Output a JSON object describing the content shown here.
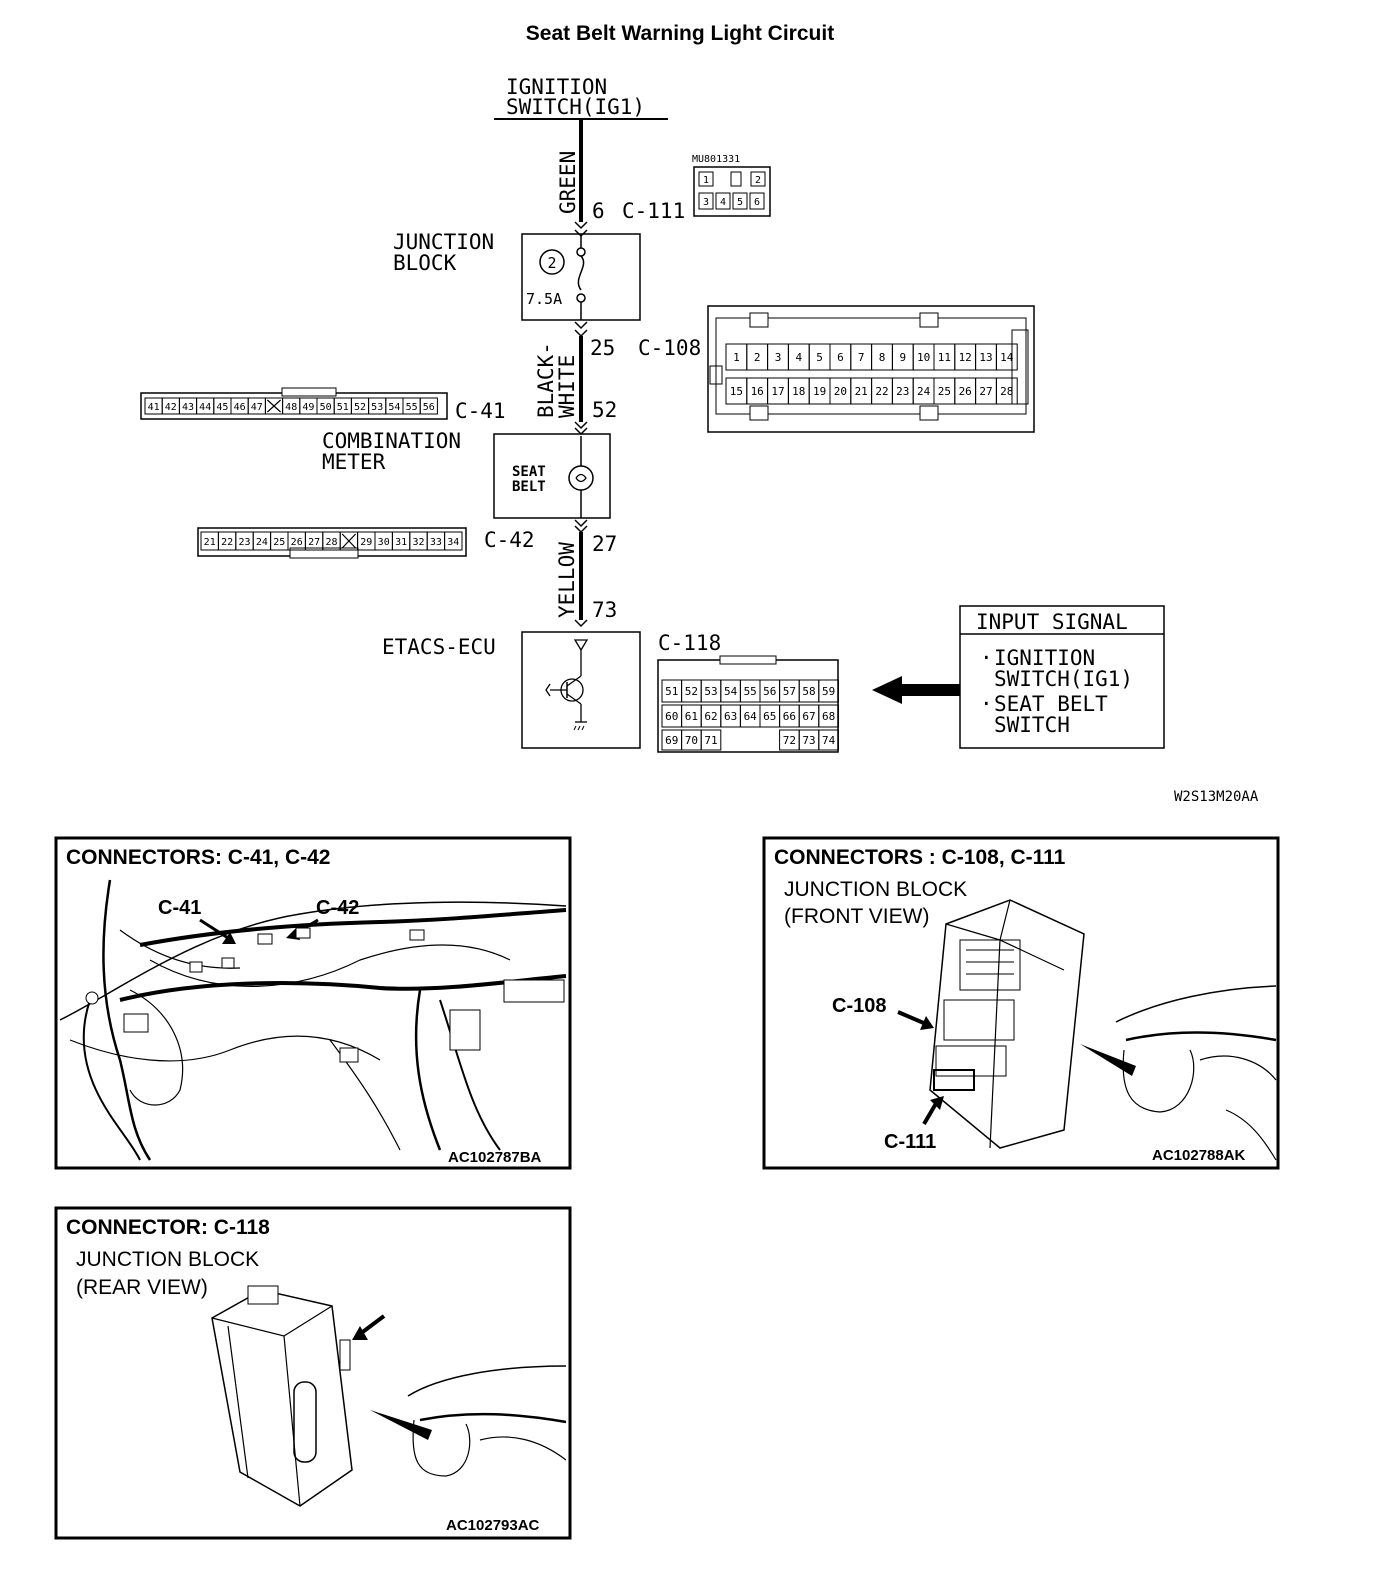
{
  "title": "Seat Belt Warning Light Circuit",
  "circuit": {
    "ignition_line1": "IGNITION",
    "ignition_line2": "SWITCH(IG1)",
    "wire_top": "GREEN",
    "pin_c111": "6",
    "c111": "C-111",
    "junction_line1": "JUNCTION",
    "junction_line2": "BLOCK",
    "fuse_no": "2",
    "fuse_rating": "7.5A",
    "pin_c108": "25",
    "c108": "C-108",
    "wire_mid_1": "BLACK-",
    "wire_mid_2": "WHITE",
    "pin_c41": "52",
    "c41": "C-41",
    "meter_line1": "COMBINATION",
    "meter_line2": "METER",
    "lamp_line1": "SEAT",
    "lamp_line2": "BELT",
    "pin_c42": "27",
    "c42": "C-42",
    "wire_bottom": "YELLOW",
    "pin_c118": "73",
    "ecu": "ETACS-ECU",
    "c118": "C-118",
    "input_title": "INPUT SIGNAL",
    "input_1a": "IGNITION",
    "input_1b": "SWITCH(IG1)",
    "input_2a": "SEAT BELT",
    "input_2b": "SWITCH",
    "figure_code": "W2S13M20AA",
    "mu_code": "MU801331"
  },
  "connector_pins": {
    "c111_row1": [
      "1",
      "",
      "2"
    ],
    "c111_row2": [
      "3",
      "4",
      "5",
      "6"
    ],
    "c108_row1": [
      "1",
      "2",
      "3",
      "4",
      "5",
      "6",
      "7",
      "8",
      "9",
      "10",
      "11",
      "12",
      "13",
      "14"
    ],
    "c108_row2": [
      "15",
      "16",
      "17",
      "18",
      "19",
      "20",
      "21",
      "22",
      "23",
      "24",
      "25",
      "26",
      "27",
      "28"
    ],
    "c41_pins": [
      "41",
      "42",
      "43",
      "44",
      "45",
      "46",
      "47",
      "X",
      "48",
      "49",
      "50",
      "51",
      "52",
      "53",
      "54",
      "55",
      "56"
    ],
    "c42_pins": [
      "21",
      "22",
      "23",
      "24",
      "25",
      "26",
      "27",
      "28",
      "X",
      "29",
      "30",
      "31",
      "32",
      "33",
      "34"
    ],
    "c118_row1": [
      "51",
      "52",
      "53",
      "54",
      "55",
      "56",
      "57",
      "58",
      "59"
    ],
    "c118_row2": [
      "60",
      "61",
      "62",
      "63",
      "64",
      "65",
      "66",
      "67",
      "68"
    ],
    "c118_row3": [
      "69",
      "70",
      "71",
      "",
      "",
      "",
      "72",
      "73",
      "74"
    ]
  },
  "panels": {
    "p1_title": "CONNECTORS: C-41, C-42",
    "p1_callout_a": "C-41",
    "p1_callout_b": "C-42",
    "p1_code": "AC102787BA",
    "p2_title": "CONNECTORS : C-108, C-111",
    "p2_sub1": "JUNCTION BLOCK",
    "p2_sub2": "(FRONT VIEW)",
    "p2_callout_a": "C-108",
    "p2_callout_b": "C-111",
    "p2_code": "AC102788AK",
    "p3_title": "CONNECTOR: C-118",
    "p3_sub1": "JUNCTION BLOCK",
    "p3_sub2": "(REAR VIEW)",
    "p3_code": "AC102793AC"
  }
}
